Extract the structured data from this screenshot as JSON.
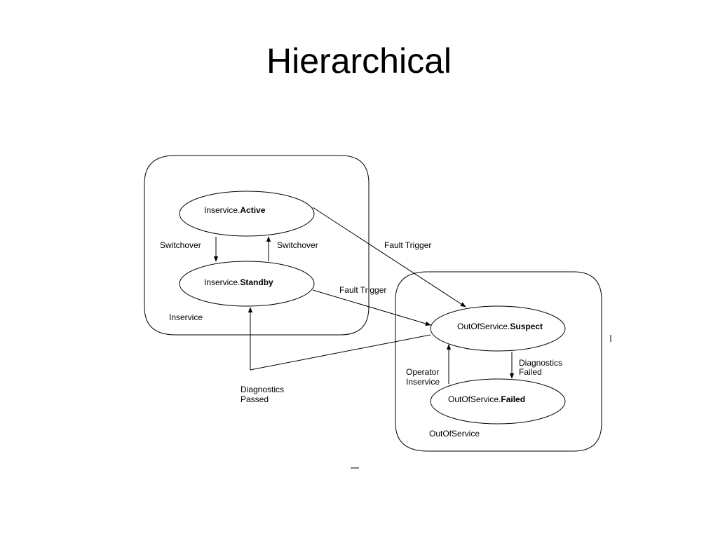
{
  "title": "Hierarchical",
  "groups": {
    "inservice": "Inservice",
    "outofservice": "OutOfService"
  },
  "states": {
    "active": {
      "prefix": "Inservice.",
      "name": "Active"
    },
    "standby": {
      "prefix": "Inservice.",
      "name": "Standby"
    },
    "suspect": {
      "prefix": "OutOfService.",
      "name": "Suspect"
    },
    "failed": {
      "prefix": "OutOfService.",
      "name": "Failed"
    }
  },
  "edges": {
    "switchover_down": "Switchover",
    "switchover_up": "Switchover",
    "fault_trigger_active": "Fault Trigger",
    "fault_trigger_standby": "Fault Trigger",
    "diagnostics_passed": [
      "Diagnostics",
      "Passed"
    ],
    "diagnostics_failed": [
      "Diagnostics",
      "Failed"
    ],
    "operator_inservice": [
      "Operator",
      "Inservice"
    ]
  }
}
